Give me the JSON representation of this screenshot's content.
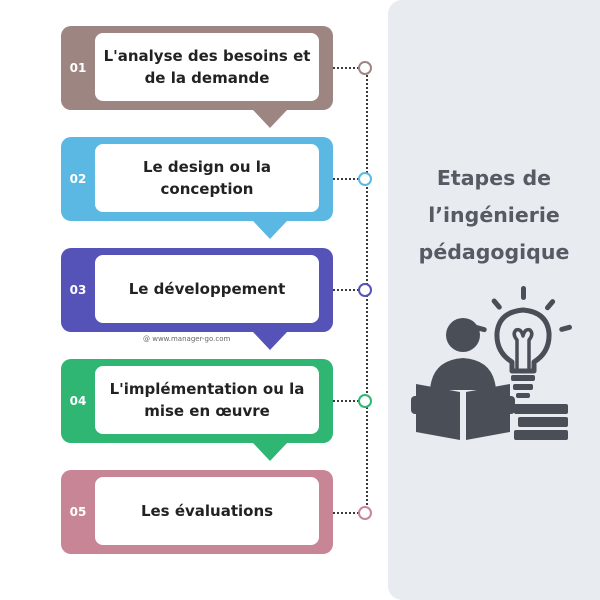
{
  "panel": {
    "title_lines": [
      "Etapes de",
      "l’ingénierie",
      "pédagogique"
    ]
  },
  "steps": [
    {
      "number": "01",
      "label": "L'analyse des besoins et de la demande",
      "color": "#9d8582"
    },
    {
      "number": "02",
      "label": "Le design ou la conception",
      "color": "#5bb8e2"
    },
    {
      "number": "03",
      "label": "Le développement",
      "color": "#5552b8"
    },
    {
      "number": "04",
      "label": "L'implémentation ou la mise en œuvre",
      "color": "#2eb672"
    },
    {
      "number": "05",
      "label": "Les évaluations",
      "color": "#c88596"
    }
  ],
  "watermark": "@ www.manager-go.com",
  "icons": {
    "illustration": "reading-person-with-lightbulb-icon"
  },
  "colors": {
    "panel_background": "#e8ebf0",
    "panel_text": "#555a63",
    "icon": "#4a4e57"
  }
}
